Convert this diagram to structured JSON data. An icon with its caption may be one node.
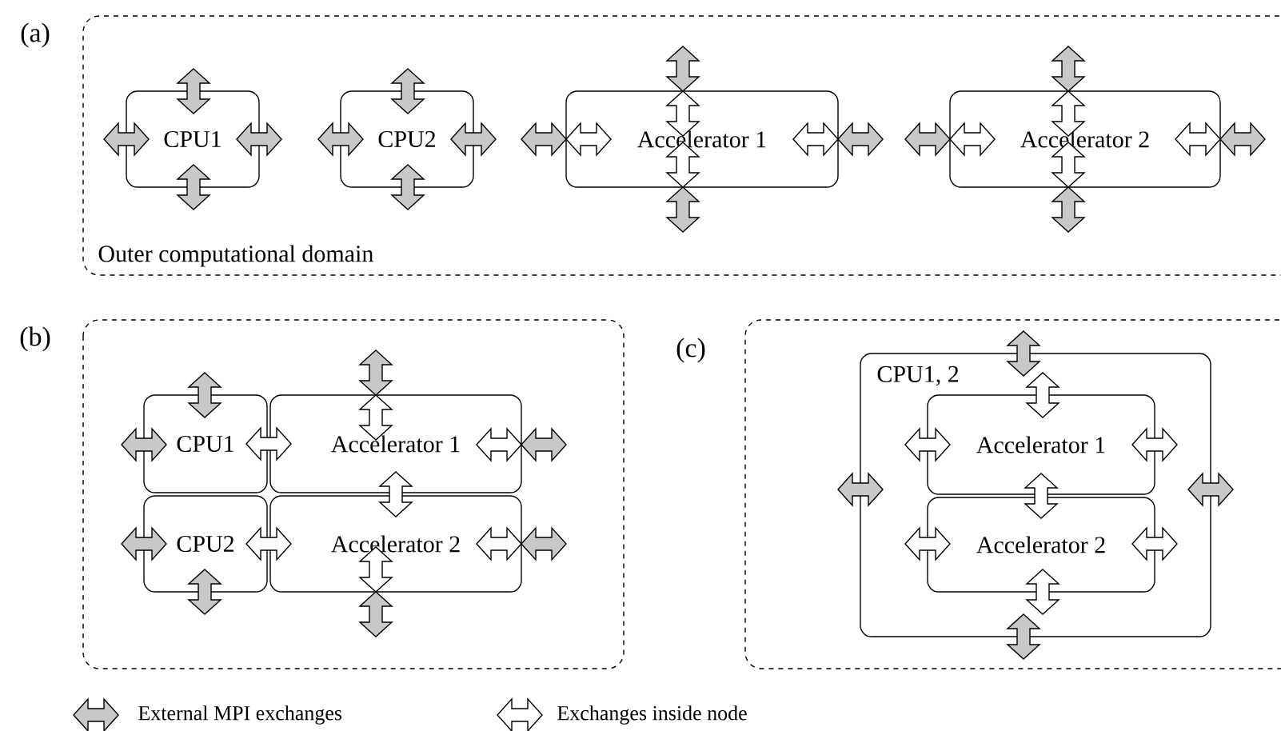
{
  "diagram": {
    "nodes": [
      {
        "text": [
          "(a)",
          "Outer computational domain"
        ]
      },
      {
        "text": [
          "CPU1"
        ],
        "in": 0
      },
      {
        "text": [
          "CPU2"
        ],
        "in": 0
      },
      {
        "text": [
          "Accelerator 1"
        ],
        "in": 0
      },
      {
        "text": [
          "Accelerator 2"
        ],
        "in": 0
      },
      {
        "text": [
          "(b)"
        ]
      },
      {
        "text": [
          "CPU1"
        ],
        "in": 5
      },
      {
        "text": [
          "Accelerator 1"
        ],
        "in": 5
      },
      {
        "text": [
          "CPU2"
        ],
        "in": 5
      },
      {
        "text": [
          "Accelerator 2"
        ],
        "in": 5
      },
      {
        "text": [
          "(c)"
        ]
      },
      {
        "text": [
          "CPU1, 2"
        ],
        "in": 10
      },
      {
        "text": [
          "Accelerator 1"
        ],
        "in": 11
      },
      {
        "text": [
          "Accelerator 2"
        ],
        "in": 11
      }
    ],
    "edges": [
      {
        "from": 6,
        "to": 7,
        "arrow": "both"
      },
      {
        "from": 7,
        "to": 9,
        "arrow": "both"
      },
      {
        "from": 8,
        "to": 9,
        "arrow": "both"
      },
      {
        "from": 12,
        "to": 13,
        "arrow": "both"
      }
    ],
    "legend": [
      {
        "text": "External MPI exchanges"
      },
      {
        "text": "Exchanges inside node"
      }
    ]
  }
}
